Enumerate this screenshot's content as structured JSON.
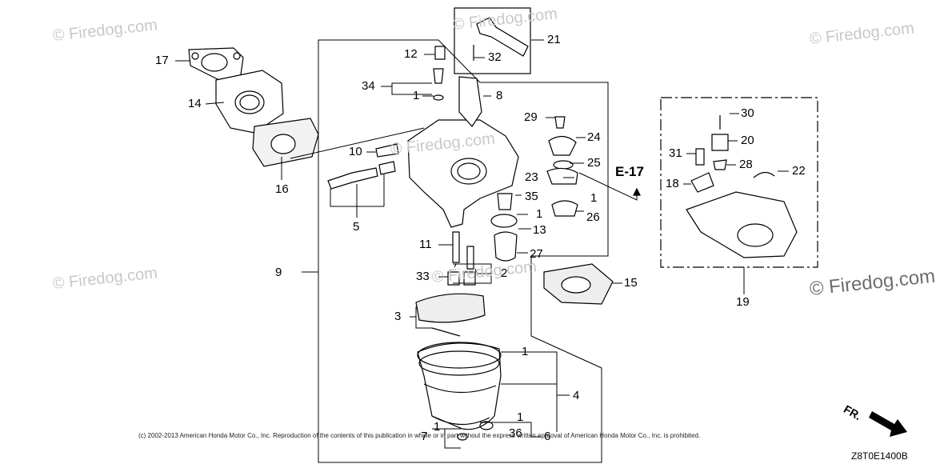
{
  "watermarks": [
    "© Firedog.com",
    "© Firedog.com",
    "© Firedog.com",
    "© Firedog.com",
    "© Firedog.com",
    "© Firedog.com",
    "© Firedog.com"
  ],
  "copyright": "(c) 2002-2013 American Honda Motor Co., Inc. Reproduction of the contents of this publication in whole or in part without the express written approval of American Honda Motor Co., Inc. is prohibited.",
  "diagram_code": "Z8T0E1400B",
  "reference": "E-17",
  "direction": "FR.",
  "parts": {
    "p1a": "1",
    "p1b": "1",
    "p1c": "1",
    "p1d": "1",
    "p1e": "1",
    "p1f": "1",
    "p2": "2",
    "p3": "3",
    "p4": "4",
    "p5": "5",
    "p6": "6",
    "p7": "7",
    "p8": "8",
    "p9": "9",
    "p10": "10",
    "p11": "11",
    "p12": "12",
    "p13": "13",
    "p14": "14",
    "p15": "15",
    "p16": "16",
    "p17": "17",
    "p18": "18",
    "p19": "19",
    "p20": "20",
    "p21": "21",
    "p22": "22",
    "p23": "23",
    "p24": "24",
    "p25": "25",
    "p26": "26",
    "p27": "27",
    "p28": "28",
    "p29": "29",
    "p30": "30",
    "p31": "31",
    "p32": "32",
    "p33": "33",
    "p34": "34",
    "p35": "35",
    "p36": "36"
  }
}
